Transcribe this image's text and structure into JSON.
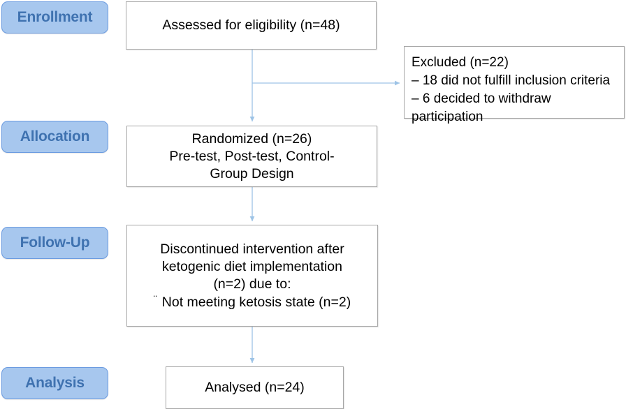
{
  "diagram": {
    "title": "CONSORT participant flow diagram",
    "accent_color": "#a7c7ee",
    "accent_border_color": "#6b9be0",
    "stage_label_text_color": "#3f72b0",
    "box_border_color": "#a6a6a6",
    "connector_color": "#9dc3e6",
    "background_color": "#ffffff"
  },
  "stages": [
    {
      "id": "enrollment",
      "label": "Enrollment"
    },
    {
      "id": "allocation",
      "label": "Allocation"
    },
    {
      "id": "followup",
      "label": "Follow-Up"
    },
    {
      "id": "analysis",
      "label": "Analysis"
    }
  ],
  "nodes": {
    "assessed": {
      "text": "Assessed for eligibility (n=48)",
      "count": 48
    },
    "excluded": {
      "heading": "Excluded (n=22)",
      "count": 22,
      "reason_1": "–  18 did not fulfill inclusion criteria",
      "reason_2": "–  6 decided to withdraw\nparticipation",
      "reasons": [
        {
          "bullet": "–",
          "n": 18,
          "text": "18 did not fulfill inclusion criteria"
        },
        {
          "bullet": "–",
          "n": 6,
          "text": "6 decided to withdraw participation"
        }
      ]
    },
    "randomized": {
      "text": "Randomized (n=26)\nPre-test, Post-test, Control-\nGroup Design",
      "count": 26
    },
    "discontinued": {
      "text": "Discontinued intervention after\nketogenic diet implementation\n(n=2) due to:",
      "count": 2,
      "bullet_glyph": "¨",
      "bullet_text": "Not meeting ketosis state (n=2)"
    },
    "analysed": {
      "text": "Analysed (n=24)",
      "count": 24
    }
  }
}
